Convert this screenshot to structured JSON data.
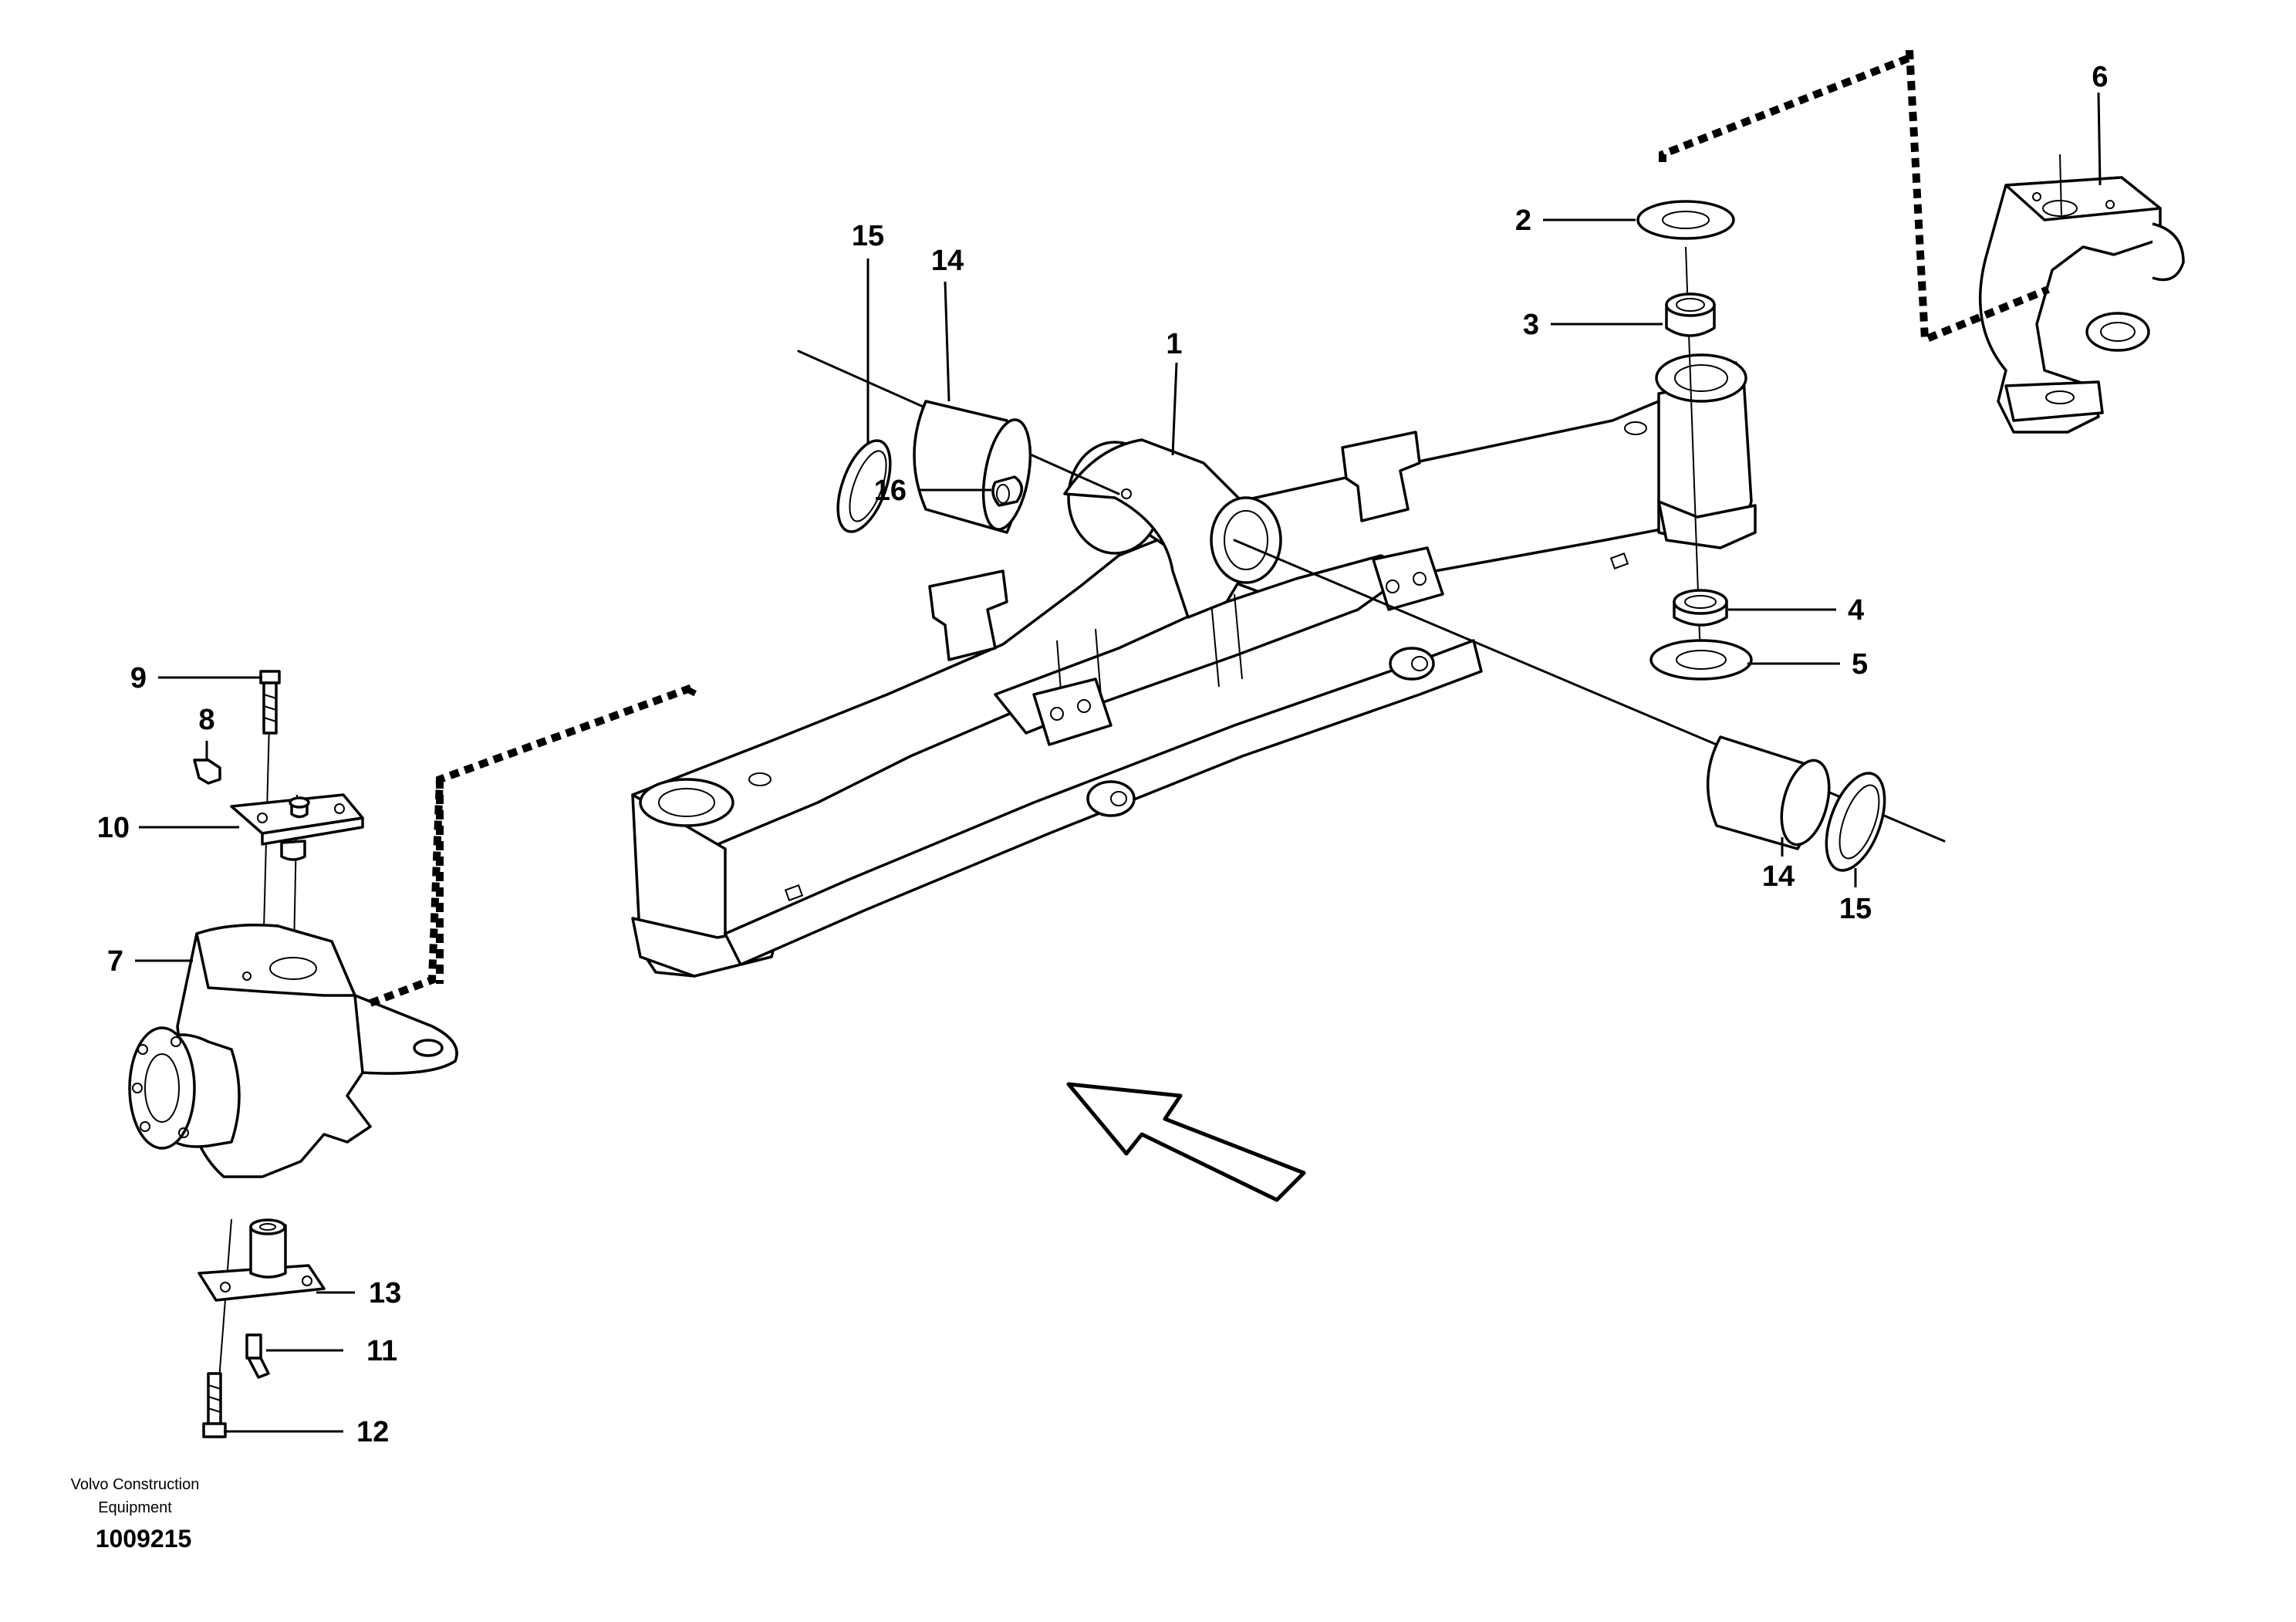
{
  "callouts": {
    "c1": "1",
    "c2": "2",
    "c3": "3",
    "c4": "4",
    "c5": "5",
    "c6": "6",
    "c7": "7",
    "c8": "8",
    "c9": "9",
    "c10": "10",
    "c11": "11",
    "c12": "12",
    "c13": "13",
    "c14a": "14",
    "c14b": "14",
    "c15a": "15",
    "c15b": "15",
    "c16": "16"
  },
  "footer": {
    "company_line1": "Volvo Construction",
    "company_line2": "Equipment",
    "drawing_number": "1009215"
  },
  "icons": {
    "direction": "forward-direction-arrow-icon"
  }
}
